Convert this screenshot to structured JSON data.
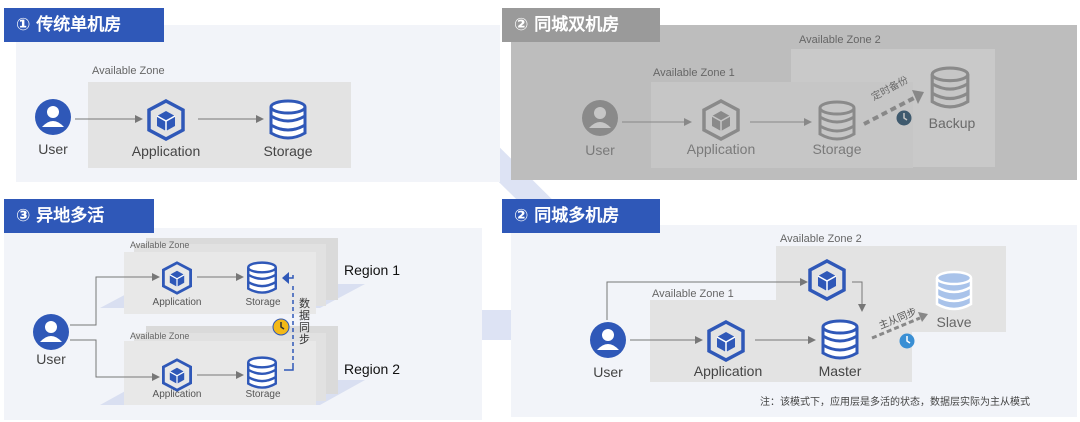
{
  "colors": {
    "header_blue": "#2f58b8",
    "header_gray": "#9a9a9a",
    "icon_blue": "#2f58b8",
    "panel_light": "#f2f4f9",
    "zone_gray": "#e3e3e3",
    "arrow_light": "#d7def2"
  },
  "p1": {
    "title": "① 传统单机房",
    "zone": "Available Zone",
    "user": "User",
    "application": "Application",
    "storage": "Storage"
  },
  "p2": {
    "title": "② 同城双机房",
    "zone1": "Available Zone 1",
    "zone2": "Available Zone 2",
    "user": "User",
    "application": "Application",
    "storage": "Storage",
    "backup": "Backup",
    "sync": "定时备份"
  },
  "p3": {
    "title": "② 同城多机房",
    "zone1": "Available Zone 1",
    "zone2": "Available Zone 2",
    "user": "User",
    "application": "Application",
    "master": "Master",
    "slave": "Slave",
    "sync": "主从同步",
    "note": "注：该模式下，应用层是多活的状态，数据层实际为主从模式"
  },
  "p4": {
    "title": "③ 异地多活",
    "zone_top": "Available Zone",
    "zone_bottom": "Available Zone",
    "user": "User",
    "application_1": "Application",
    "storage_1": "Storage",
    "application_2": "Application",
    "storage_2": "Storage",
    "region1": "Region 1",
    "region2": "Region 2",
    "sync": "数据同步"
  },
  "icons": [
    "user-icon",
    "cube-icon",
    "database-icon",
    "clock-icon",
    "arrow-icon"
  ]
}
